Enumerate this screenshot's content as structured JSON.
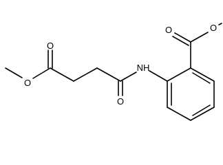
{
  "structure": {
    "colors": {
      "ink": "#000000",
      "background": "#ffffff"
    },
    "atom_labels": {
      "o_ester_left_double": "O",
      "o_ester_left_single": "O",
      "nh": "NH",
      "o_amide": "O",
      "o_ester_right_double": "O",
      "o_ester_right_single": "O"
    }
  }
}
